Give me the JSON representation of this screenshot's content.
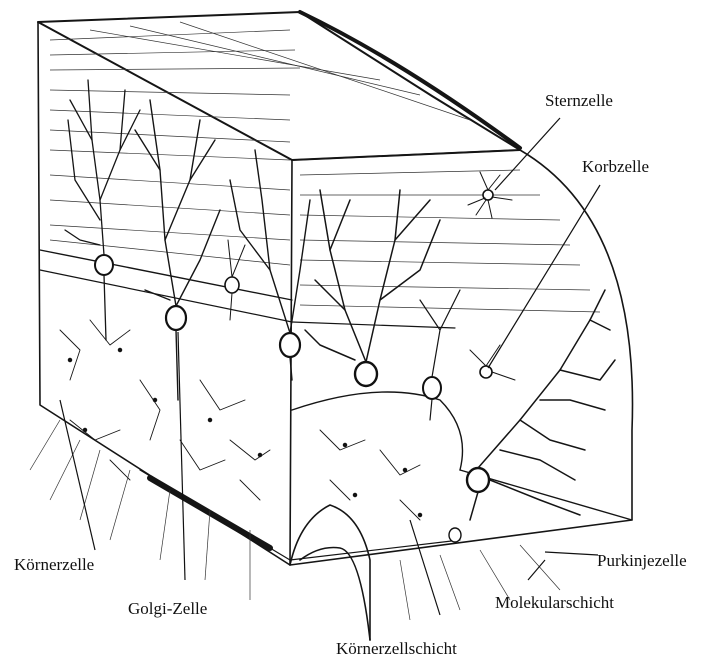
{
  "labels": {
    "sternzelle": "Sternzelle",
    "korbzelle": "Korbzelle",
    "purkinjezelle": "Purkinjezelle",
    "molekularschicht": "Molekularschicht",
    "koernerzellschicht": "Körnerzellschicht",
    "golgi_zelle": "Golgi-Zelle",
    "koernerzelle": "Körnerzelle"
  },
  "colors": {
    "ink": "#151515",
    "paper": "#ffffff"
  }
}
